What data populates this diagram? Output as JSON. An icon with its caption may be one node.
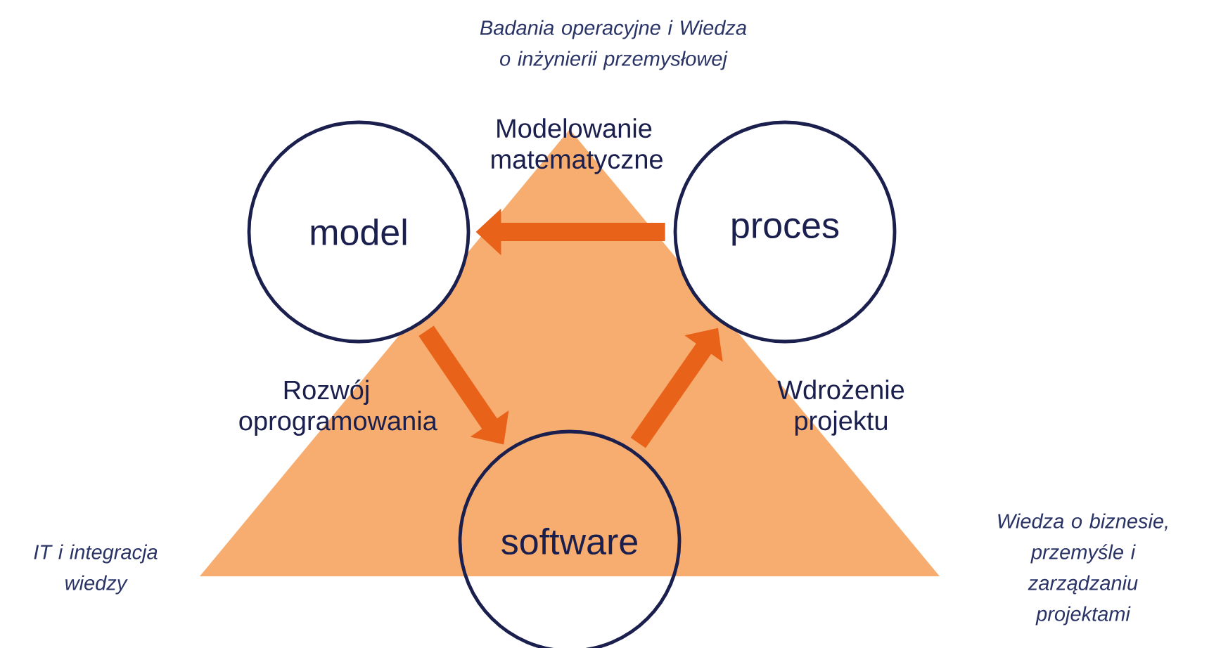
{
  "diagram": {
    "nodes": [
      {
        "text": [
          "model"
        ]
      },
      {
        "text": [
          "proces"
        ]
      },
      {
        "text": [
          "software"
        ]
      }
    ],
    "edges": [
      {
        "from": 1,
        "to": 0,
        "arrow": "to",
        "label": "Modelowanie matematyczne"
      },
      {
        "from": 0,
        "to": 2,
        "arrow": "to",
        "label": "Rozwój oprogramowania"
      },
      {
        "from": 2,
        "to": 1,
        "arrow": "to",
        "label": "Wdrożenie projektu"
      }
    ],
    "labels": [
      "Badania operacyjne i Wiedza o inżynierii przemysłowej",
      "IT i integracja wiedzy",
      "Wiedza o biznesie, przemyśle i zarządzaniu projektami"
    ]
  }
}
